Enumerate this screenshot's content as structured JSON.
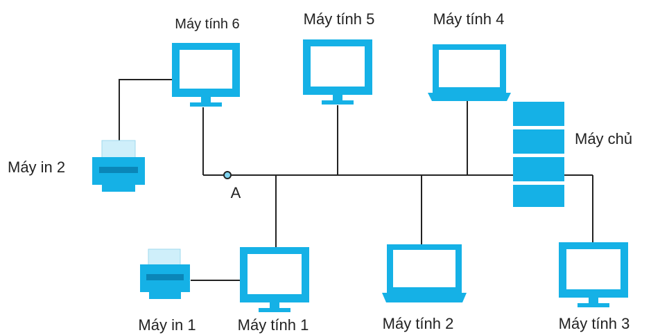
{
  "colors": {
    "device": "#15B1E6",
    "device_dark": "#0A86B8",
    "device_light": "#CFEFFA",
    "wire": "#222222",
    "node_fill": "#7FD3EF",
    "background": "#FFFFFF"
  },
  "labels": {
    "may_tinh_6": "Máy tính 6",
    "may_tinh_5": "Máy tính 5",
    "may_tinh_4": "Máy tính 4",
    "may_chu": "Máy chủ",
    "may_in_2": "Máy in 2",
    "point_a": "A",
    "may_in_1": "Máy in 1",
    "may_tinh_1": "Máy tính 1",
    "may_tinh_2": "Máy tính 2",
    "may_tinh_3": "Máy tính 3"
  },
  "devices": {
    "may_tinh_6": "monitor-icon",
    "may_tinh_5": "monitor-icon",
    "may_tinh_4": "laptop-icon",
    "may_chu": "server-icon",
    "may_in_2": "printer-icon",
    "may_in_1": "printer-icon",
    "may_tinh_1": "monitor-icon",
    "may_tinh_2": "laptop-icon",
    "may_tinh_3": "monitor-icon"
  }
}
